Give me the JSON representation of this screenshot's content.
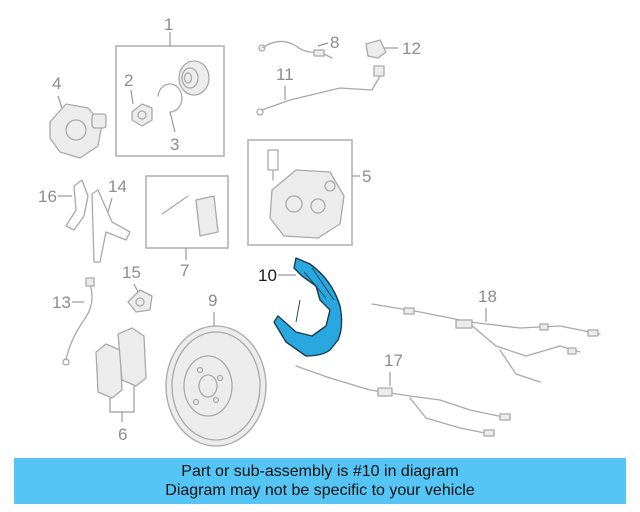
{
  "diagram": {
    "callouts": [
      "1",
      "2",
      "3",
      "4",
      "5",
      "6",
      "7",
      "8",
      "9",
      "10",
      "11",
      "12",
      "13",
      "14",
      "15",
      "16",
      "17",
      "18"
    ],
    "highlighted_callout": "10"
  },
  "colors": {
    "highlight_fill": "#29a8e0",
    "highlight_stroke": "#1b3a4c",
    "banner_background": "#55c5f5",
    "line_gray": "#a9a9a9"
  },
  "banner": {
    "line1": "Part or sub-assembly is #10 in diagram",
    "line2": "Diagram may not be specific to your vehicle"
  }
}
